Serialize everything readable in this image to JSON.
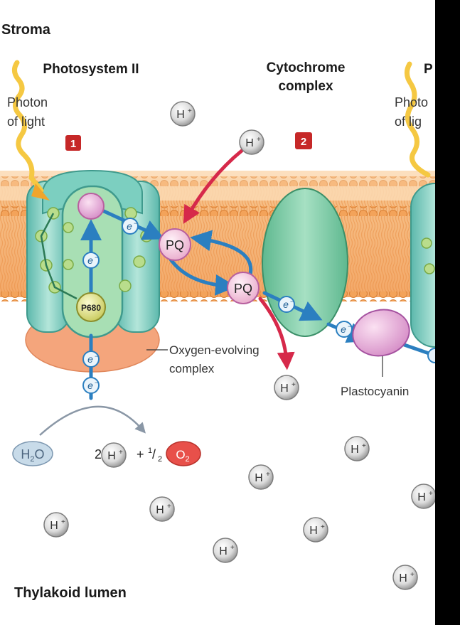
{
  "labels": {
    "stroma": "Stroma",
    "lumen": "Thylakoid lumen",
    "ps2": "Photosystem II",
    "cyto1": "Cytochrome",
    "cyto2": "complex",
    "ps1_cut": "P",
    "photon1": "Photon",
    "photon2": "of light",
    "photon_r1": "Photo",
    "photon_r2": "of lig",
    "oec1": "Oxygen-evolving",
    "oec2": "complex",
    "plastocyanin": "Plastocyanin",
    "p680": "P680",
    "pq": "PQ",
    "h": "H",
    "plus": "+",
    "e": "e",
    "minus": "−",
    "h2o_h": "H",
    "h2o_2": "2",
    "h2o_o": "O",
    "two": "2",
    "plus_sign": "+",
    "half_num": "1",
    "half_slash": "/",
    "half_den": "2",
    "o2_o": "O",
    "o2_2": "2",
    "step1": "1",
    "step2": "2"
  },
  "colors": {
    "membrane_head": "#f2a65c",
    "membrane_tail": "#f6c48f",
    "protein_teal": "#8fd3c2",
    "protein_dark": "#4aa896",
    "electron_arrow": "#2b7fc0",
    "proton_arrow": "#d6294a",
    "badge_red": "#c62828",
    "oec_orange": "#f4a57c",
    "pq_pink": "#f2c6dd",
    "plastocyanin": "#d98ed6",
    "photon_yellow": "#f5c842"
  }
}
